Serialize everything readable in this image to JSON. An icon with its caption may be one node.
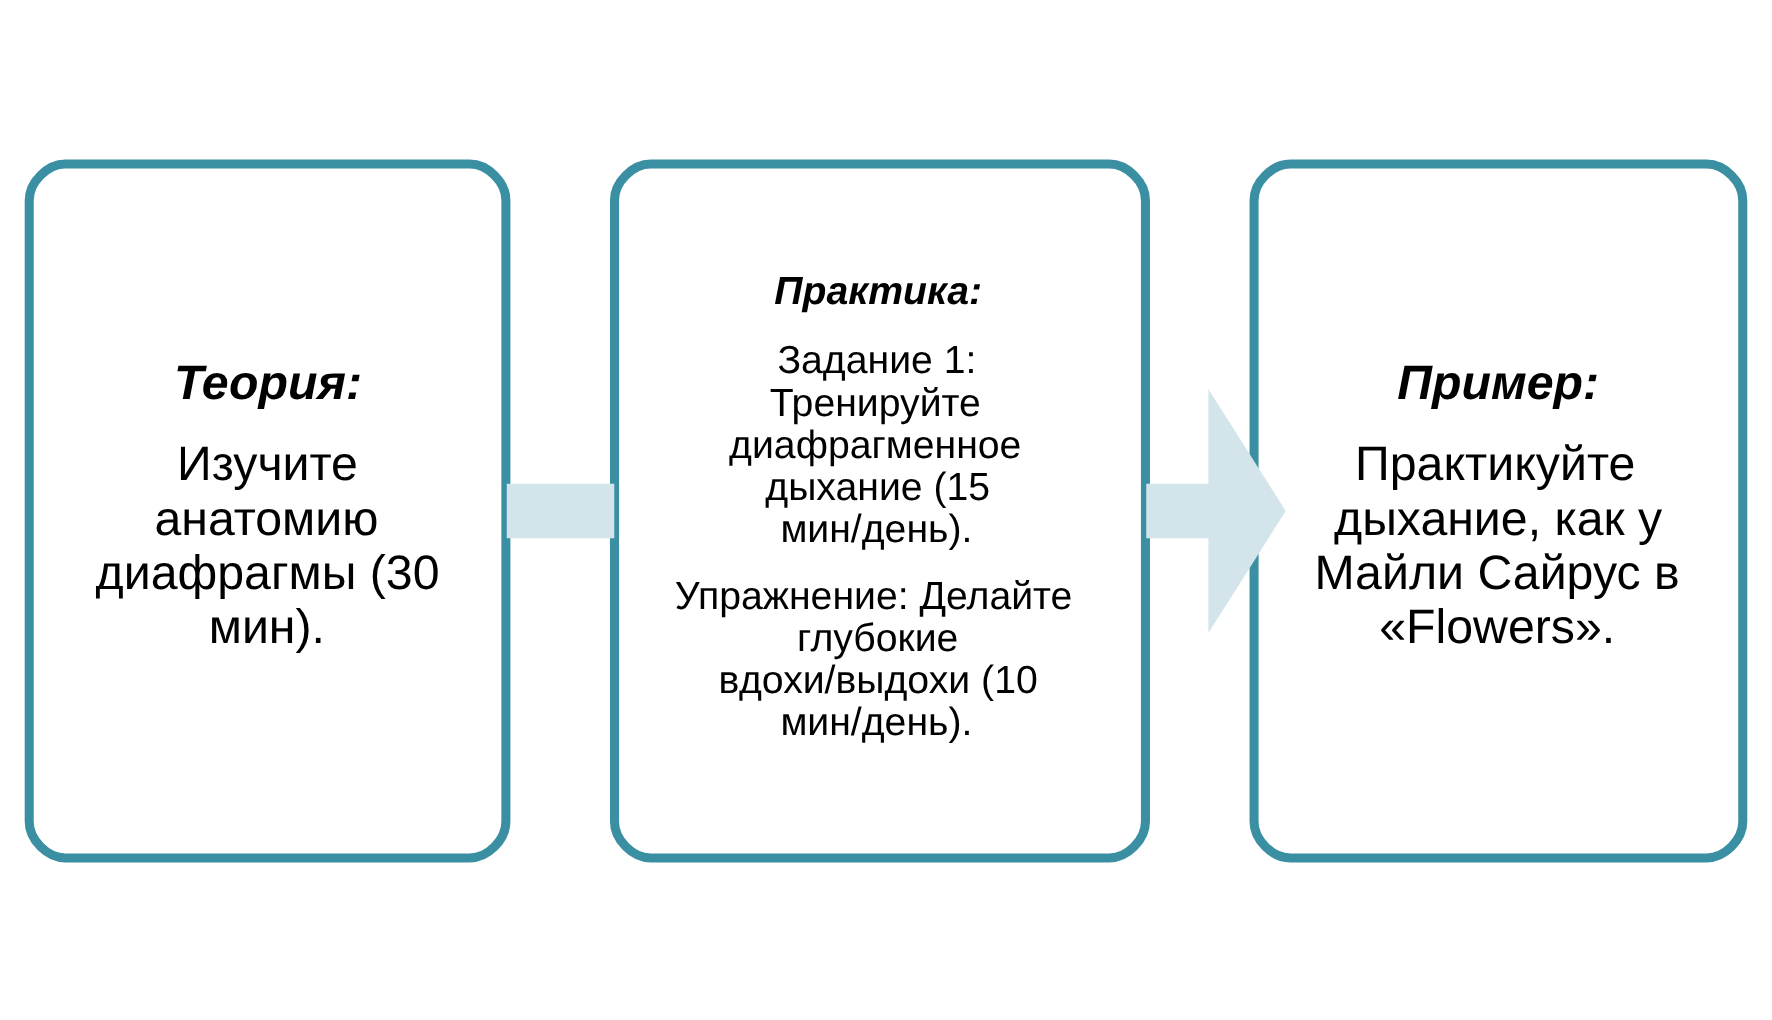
{
  "diagram": {
    "nodes": [
      {
        "text": [
          "Теория:",
          "Изучите анатомию диафрагмы (30 мин)."
        ]
      },
      {
        "text": [
          "Практика:",
          "Задание 1: Тренируйте диафрагменное дыхание (15 мин/день).",
          "Упражнение: Делайте глубокие вдохи/выдохи (10 мин/день)."
        ]
      },
      {
        "text": [
          "Пример:",
          "Практикуйте дыхание, как у Майли Сайрус в «Flowers»."
        ]
      }
    ],
    "edges": [
      {
        "from": 0,
        "to": 1,
        "arrow": "none"
      },
      {
        "from": 1,
        "to": 2,
        "arrow": "to"
      }
    ]
  }
}
